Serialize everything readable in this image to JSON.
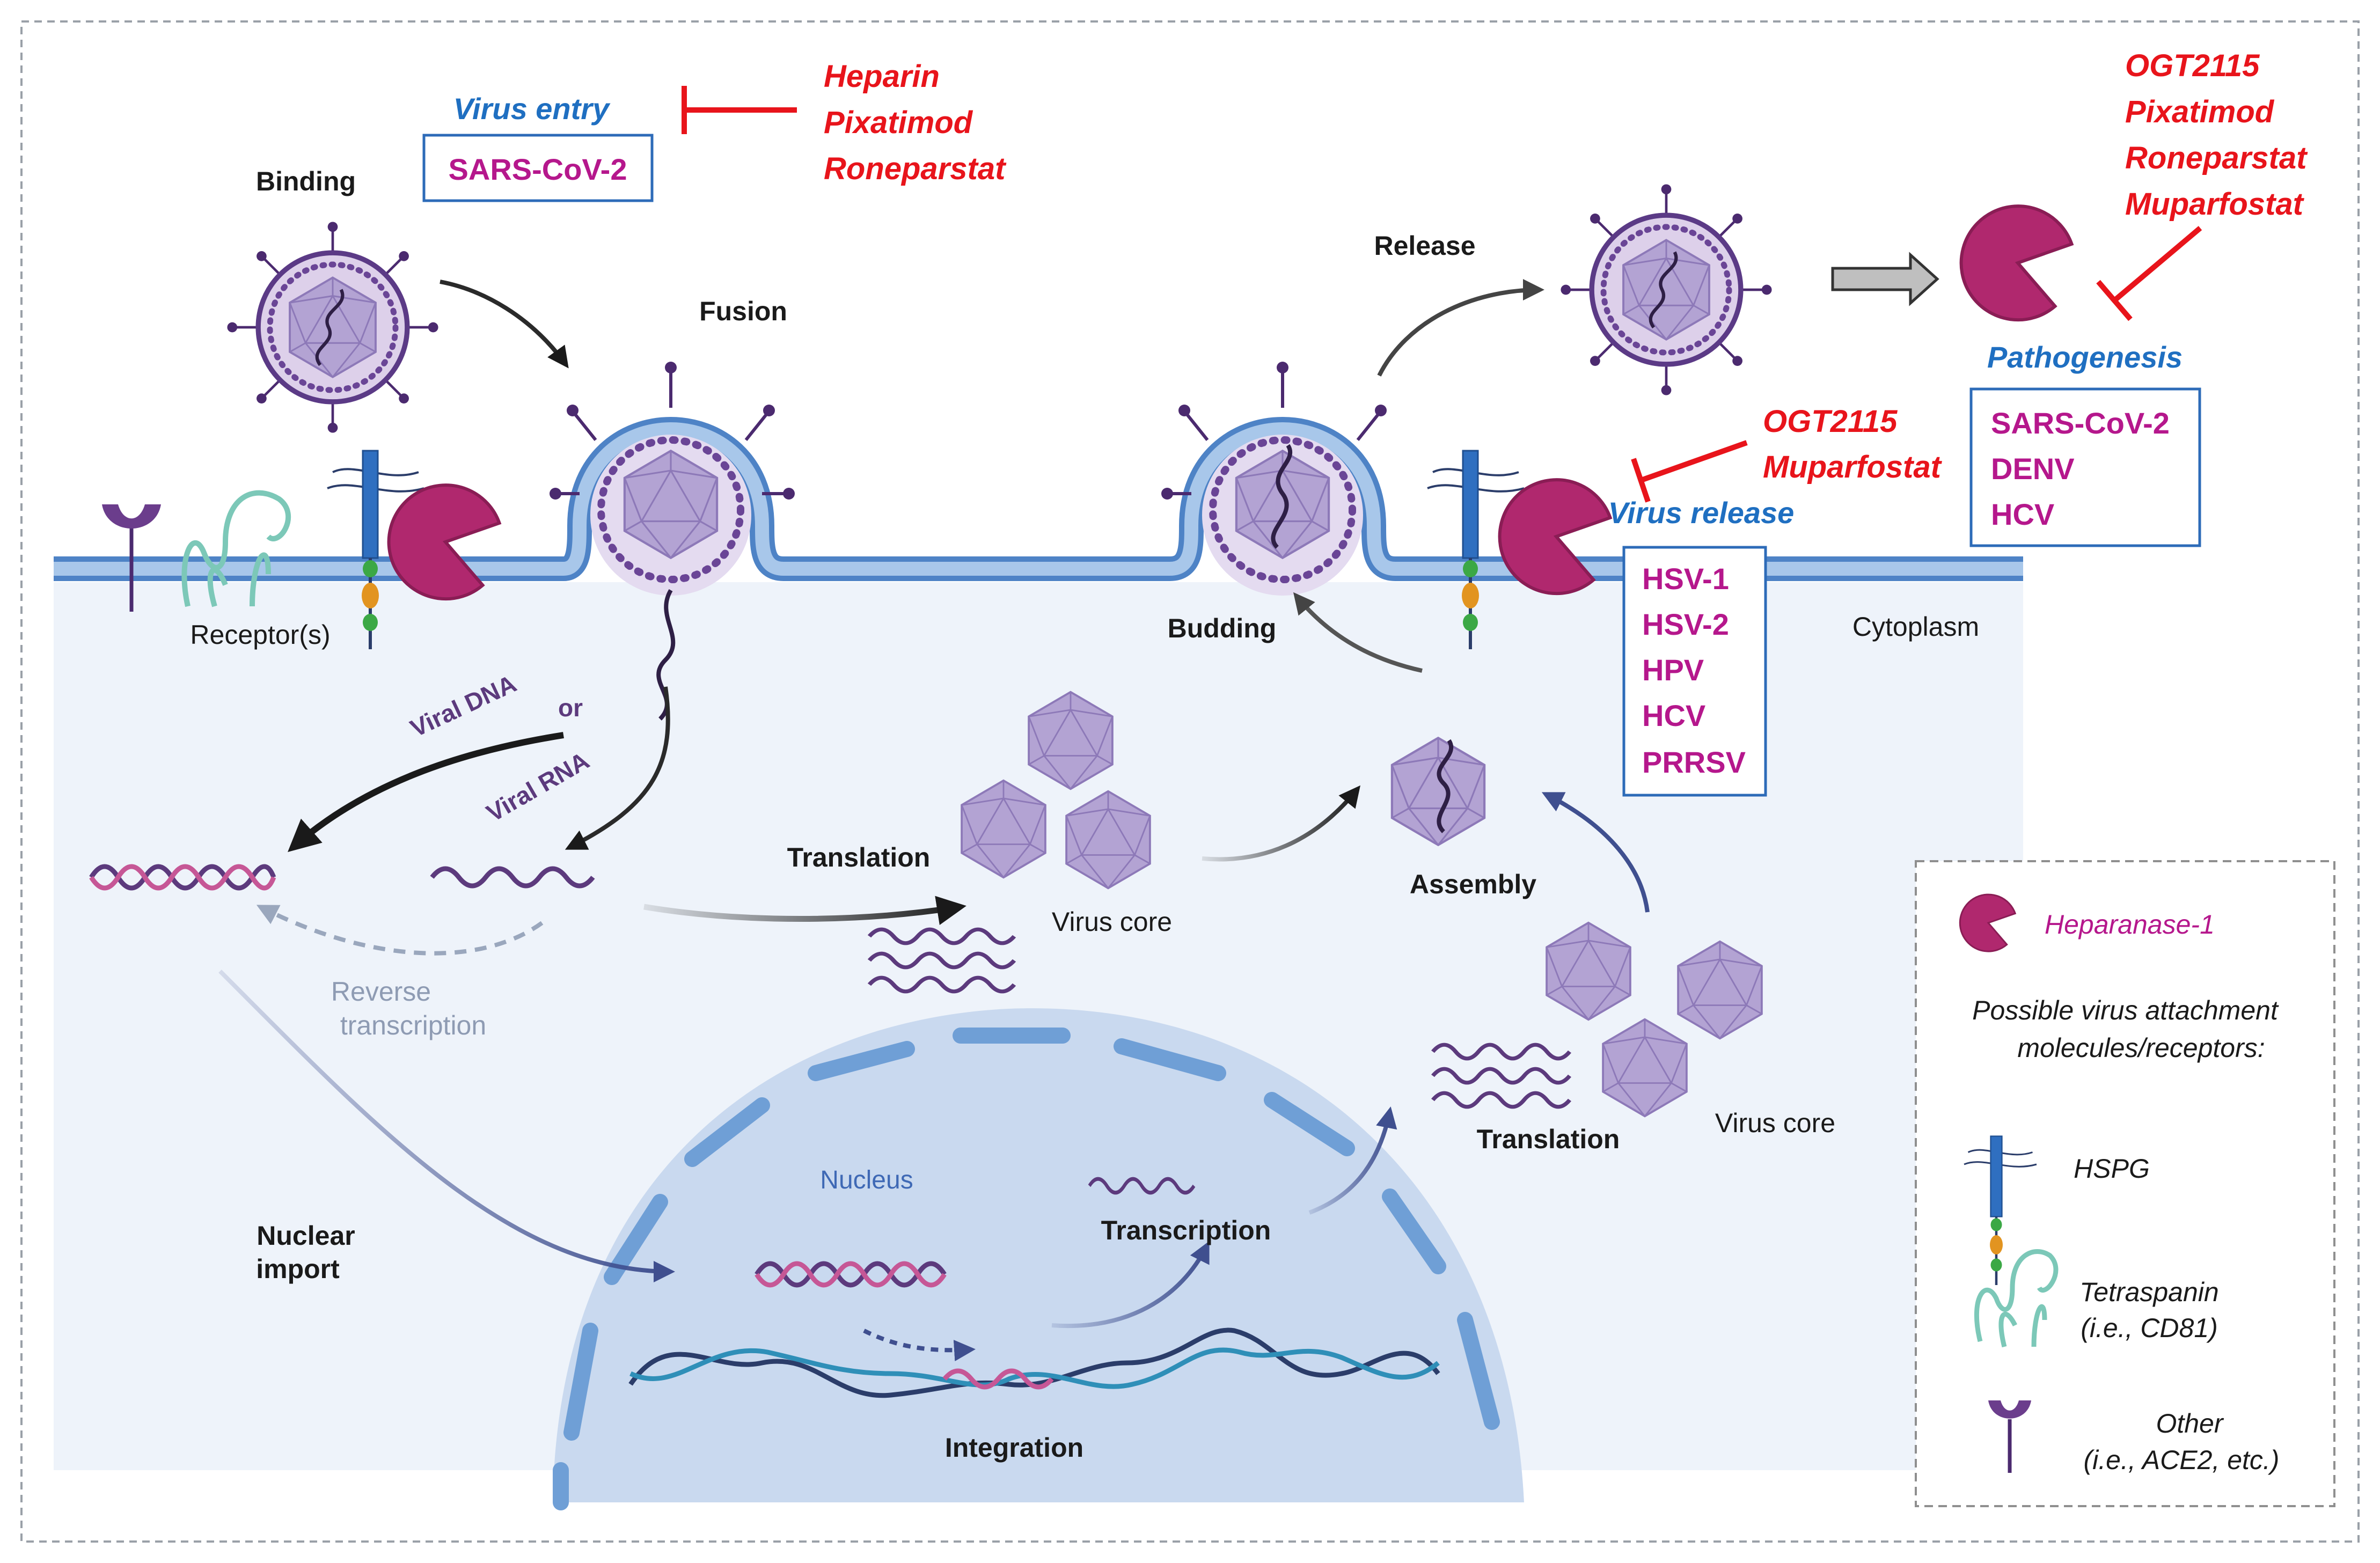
{
  "labels": {
    "binding": "Binding",
    "fusion": "Fusion",
    "release": "Release",
    "budding": "Budding",
    "receptors": "Receptor(s)",
    "cytoplasm": "Cytoplasm",
    "viral_dna": "Viral DNA",
    "or": "or",
    "viral_rna": "Viral RNA",
    "reverse": "Reverse",
    "transcription_rt": "transcription",
    "translation_1": "Translation",
    "virus_core_1": "Virus core",
    "assembly": "Assembly",
    "translation_2": "Translation",
    "virus_core_2": "Virus core",
    "nucleus": "Nucleus",
    "transcription": "Transcription",
    "nuclear": "Nuclear",
    "import": "import",
    "integration": "Integration"
  },
  "entry": {
    "title": "Virus entry",
    "virus": "SARS-CoV-2",
    "inhibitors": [
      "Heparin",
      "Pixatimod",
      "Roneparstat"
    ]
  },
  "release_box": {
    "title": "Virus release",
    "viruses": [
      "HSV-1",
      "HSV-2",
      "HPV",
      "HCV",
      "PRRSV"
    ],
    "inhibitors": [
      "OGT2115",
      "Muparfostat"
    ]
  },
  "pathogenesis": {
    "title": "Pathogenesis",
    "viruses": [
      "SARS-CoV-2",
      "DENV",
      "HCV"
    ],
    "inhibitors": [
      "OGT2115",
      "Pixatimod",
      "Roneparstat",
      "Muparfostat"
    ]
  },
  "legend": {
    "heparanase": "Heparanase-1",
    "possible_1": "Possible virus attachment",
    "possible_2": "molecules/receptors:",
    "hspg": "HSPG",
    "tetraspanin": "Tetraspanin",
    "tetraspanin_ex": "(i.e., CD81)",
    "other": "Other",
    "other_ex": "(i.e., ACE2, etc.)"
  },
  "colors": {
    "inhibitor_red": "#e8141b",
    "title_blue": "#1f6fc1",
    "virus_magenta": "#b5178c",
    "heparanase": "#b0286e",
    "membrane": "#6f9fd6",
    "cytoplasm": "#eef3fa",
    "nucleus": "#c9d9ef",
    "virion_purple": "#7a4ea0",
    "capsid": "#b6a6d4"
  }
}
